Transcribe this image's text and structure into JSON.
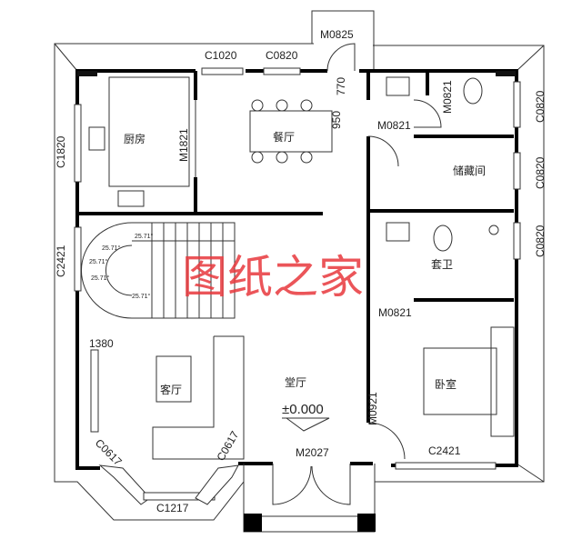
{
  "plan": {
    "rooms": {
      "kitchen": "厨房",
      "dining": "餐厅",
      "storage": "储藏间",
      "bathroom": "套卫",
      "living": "客厅",
      "hall": "堂厅",
      "bedroom": "卧室"
    },
    "elevation": "±0.000",
    "openings": {
      "c1020": "C1020",
      "c0820_top": "C0820",
      "m0825": "M0825",
      "m1821": "M1821",
      "c1820": "C1820",
      "c2421_left": "C2421",
      "m0821_bath": "M0821",
      "m0821_storage": "M0821",
      "c0820_r1": "C0820",
      "c0820_r2": "C0820",
      "c0820_r3": "C0820",
      "m0821_bed": "M0821",
      "m0921": "M0921",
      "c2421_bed": "C2421",
      "m2027": "M2027",
      "c0617_left": "C0617",
      "c0617_right": "C0617",
      "c1217": "C1217"
    },
    "dimensions": {
      "d770": "770",
      "d950": "950",
      "d1380": "1380"
    },
    "stair_angles": [
      "25.71°",
      "25.71°",
      "25.71°",
      "25.71°",
      "25.71°"
    ],
    "watermark": "图纸之家",
    "colors": {
      "wall": "#000000",
      "watermark": "#e8383d"
    }
  }
}
